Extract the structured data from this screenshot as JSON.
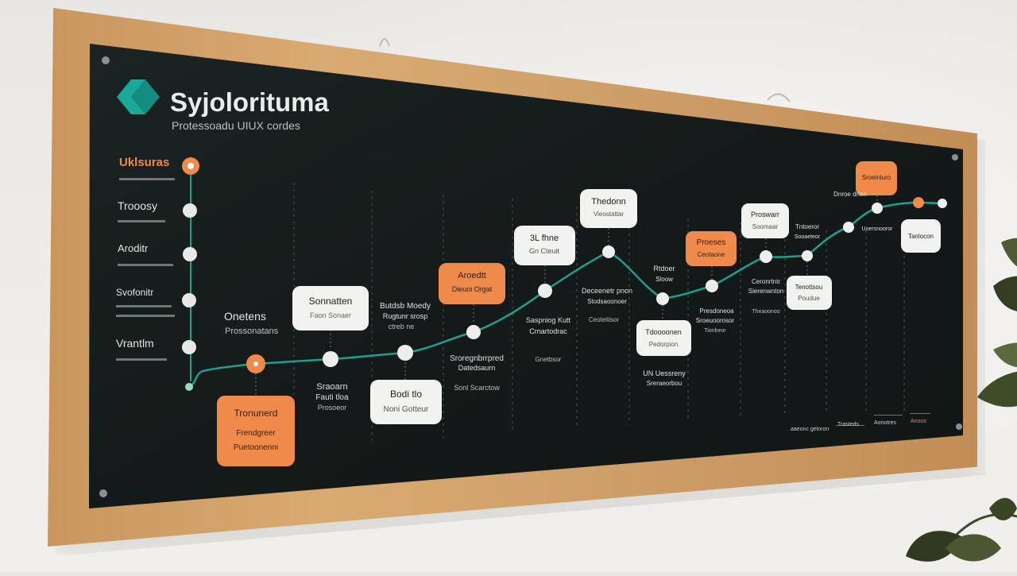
{
  "brand": {
    "name": "Syjolorituma",
    "tagline": "Protessoadu UIUX cordes"
  },
  "colors": {
    "board": "#131a19",
    "accent_orange": "#f08a4b",
    "accent_teal": "#1f9f8f",
    "frame_wood": "#d4a36b",
    "card_light": "#f2f2f0"
  },
  "legend": [
    {
      "title": "Uklsuras",
      "sub": ""
    },
    {
      "title": "Trooosy",
      "sub": ""
    },
    {
      "title": "Aroditr",
      "sub": ""
    },
    {
      "title": "Svofonitr",
      "sub": ""
    },
    {
      "title": "Vrantlm",
      "sub": ""
    }
  ],
  "left_stage": {
    "title": "Onetens",
    "sub": "Prossonatans"
  },
  "cards": [
    {
      "title": "Tronunerd",
      "line1": "Frendgreer",
      "line2": "Puetoonenni"
    },
    {
      "title": "Sonnatten",
      "line1": "Faon Sonaer",
      "line2": ""
    },
    {
      "title": "Bodi tlo",
      "line1": "Noni Gotteur",
      "line2": ""
    },
    {
      "title": "Aroedtt",
      "line1": "Dieuoi Orgat",
      "line2": ""
    },
    {
      "title": "3L fhne",
      "line1": "Gn Cteuit",
      "line2": ""
    },
    {
      "title": "Thedonn",
      "line1": "Vieostattar",
      "line2": ""
    },
    {
      "title": "Proeses",
      "line1": "Ceotaone",
      "line2": ""
    },
    {
      "title": "Tdoooonen",
      "line1": "Pedorpion",
      "line2": ""
    },
    {
      "title": "Proswarr",
      "line1": "Soomaar",
      "line2": ""
    },
    {
      "title": "Tenottsou",
      "line1": "Poudue",
      "line2": ""
    },
    {
      "title": "Sroeiniuro",
      "line1": "",
      "line2": ""
    },
    {
      "title": "Tanlocon",
      "line1": "",
      "line2": ""
    }
  ],
  "labels": [
    {
      "l1": "Sraoarn",
      "l2": "Fauti tloa",
      "l3": "Prosoeor"
    },
    {
      "l1": "Butdsb Moedy",
      "l2": "Rugtunr srosp",
      "l3": "ctreb ne"
    },
    {
      "l1": "Sroregnbrrpred",
      "l2": "Datedsaurn",
      "l3": "Sonl Scarctow"
    },
    {
      "l1": "Saspniog Kutt",
      "l2": "Crnartodrac",
      "l3": "Gnetbsor"
    },
    {
      "l1": "Deceenetr pnon",
      "l2": "Stodsaoonoer",
      "l3": "Ceoteitisor"
    },
    {
      "l1": "Rtdoer",
      "l2": "Sloow",
      "l3": ""
    },
    {
      "l1": "UN Uessreny",
      "l2": "Sreraeorbou",
      "l3": ""
    },
    {
      "l1": "Presdoneoa",
      "l2": "Sroeuoorosor",
      "l3": "Tionbeor"
    },
    {
      "l1": "Ceronrtntr",
      "l2": "Sierenwnton",
      "l3": "Theaoonoo"
    },
    {
      "l1": "Tntoeror",
      "l2": "Sooaeteor",
      "l3": ""
    },
    {
      "l1": "Dnroe dnen",
      "l2": "Uoersnooror",
      "l3": ""
    }
  ],
  "footer": [
    "aaeonc geloron",
    "Trasteds",
    "Aonotres",
    "Anoos"
  ]
}
